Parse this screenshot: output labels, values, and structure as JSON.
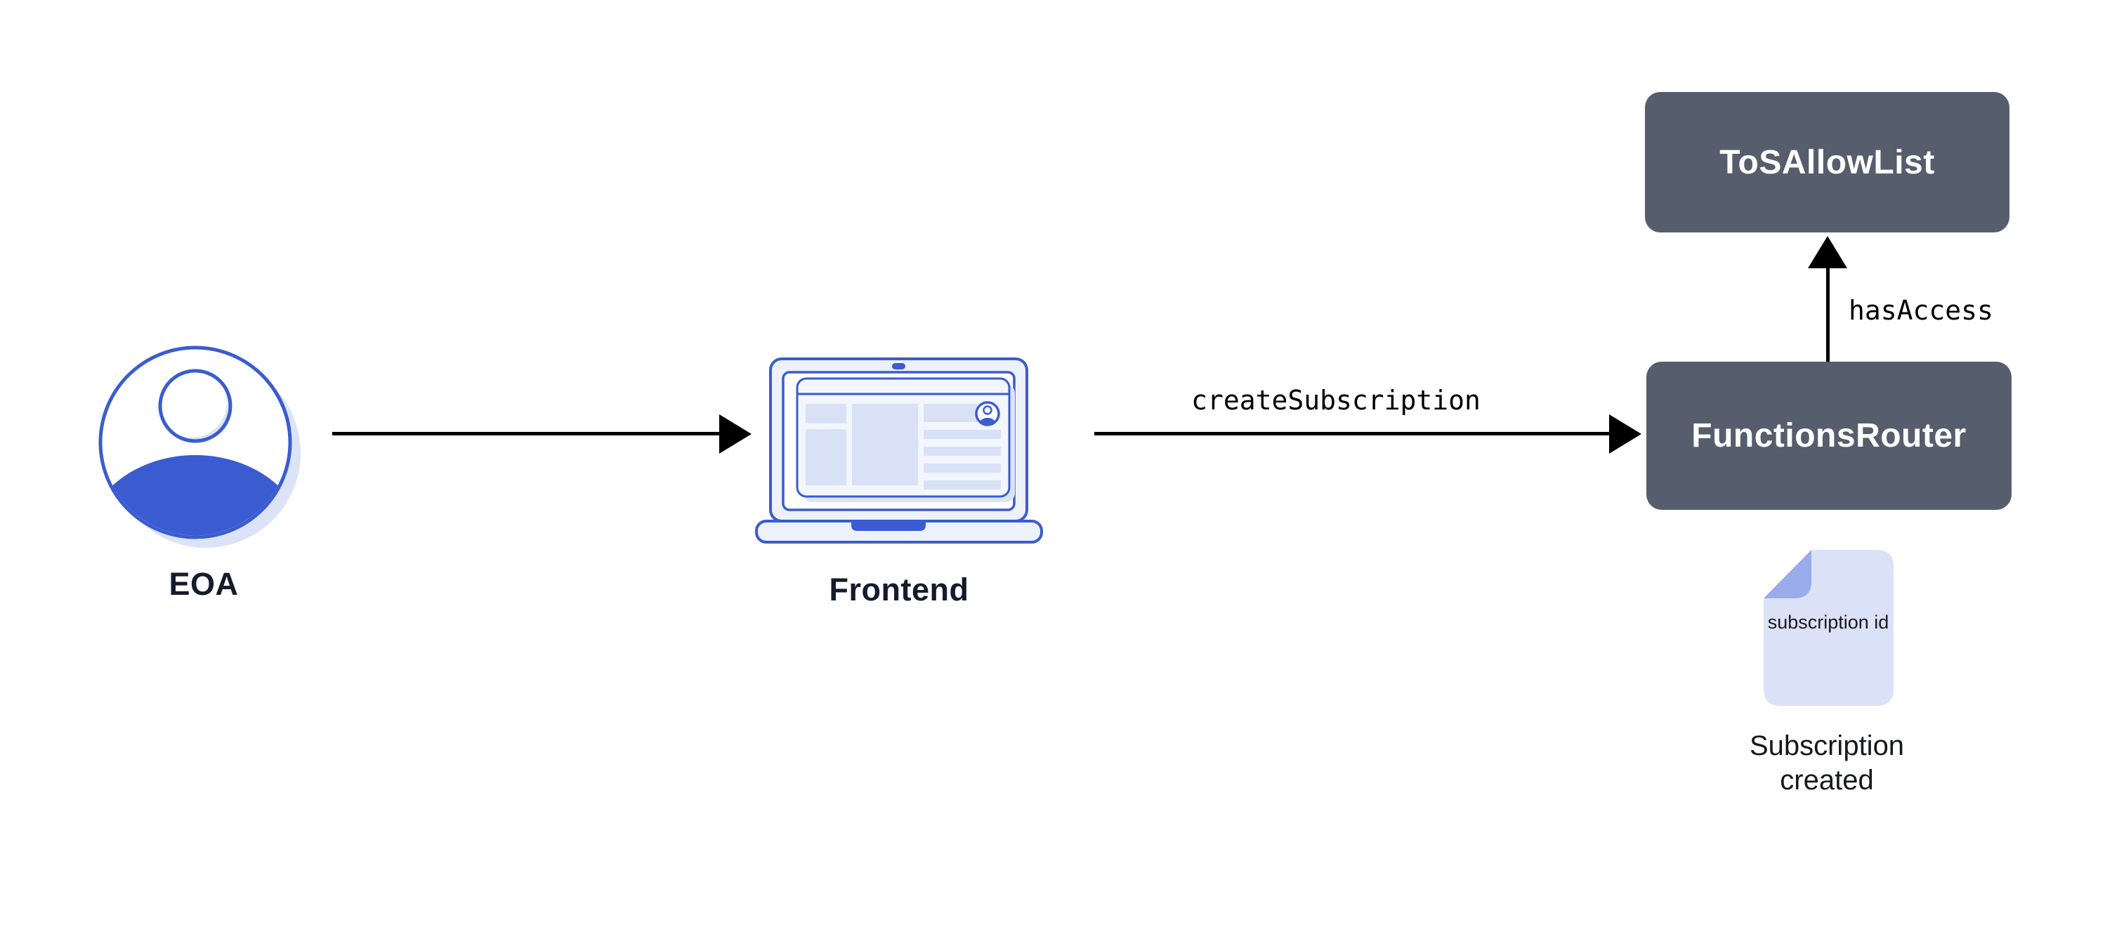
{
  "diagram": {
    "nodes": {
      "eoa": {
        "label": "EOA",
        "icon": "user-avatar-icon"
      },
      "frontend": {
        "label": "Frontend",
        "icon": "laptop-icon"
      },
      "functions_router": {
        "label": "FunctionsRouter"
      },
      "tos_allow_list": {
        "label": "ToSAllowList"
      }
    },
    "edges": [
      {
        "id": "eoa-to-frontend",
        "label": ""
      },
      {
        "id": "frontend-to-functionsrouter",
        "label": "createSubscription"
      },
      {
        "id": "functionsrouter-to-tosallowlist",
        "label": "hasAccess"
      }
    ],
    "artifact": {
      "icon": "document-icon",
      "doc_text": "subscription id",
      "caption": "Subscription created"
    },
    "colors": {
      "accent_blue": "#3a5cd0",
      "light_blue_shadow": "#dce3f6",
      "panel_fill": "#edf1fb",
      "block_fill": "#d9e1f6",
      "node_dark": "#565d6c",
      "node_text": "#ffffff",
      "title_text": "#141b2d",
      "doc_fill": "#dbe2f7",
      "doc_fold": "#9aabec",
      "arrow": "#000000",
      "background": "#ffffff"
    }
  }
}
